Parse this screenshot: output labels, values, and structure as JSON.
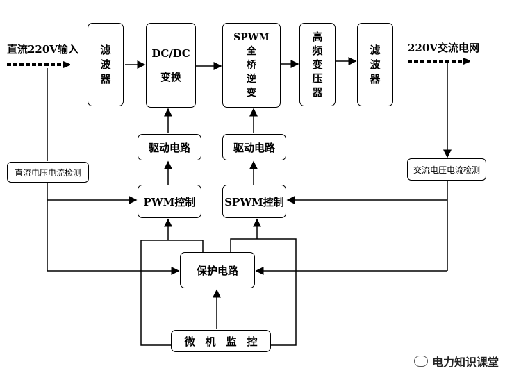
{
  "input_label": "直流220V输入",
  "output_label": "220V交流电网",
  "blocks": {
    "filter1": [
      "滤",
      "波",
      "器"
    ],
    "dcdc": {
      "line1": "DC/DC",
      "line2": "变换"
    },
    "spwm_bridge": [
      "SPWM",
      "全",
      "桥",
      "逆",
      "变"
    ],
    "hf_transformer": [
      "高",
      "频",
      "变",
      "压",
      "器"
    ],
    "filter2": [
      "滤",
      "波",
      "器"
    ],
    "driver1": "驱动电路",
    "driver2": "驱动电路",
    "pwm_ctrl": "PWM控制",
    "spwm_ctrl": "SPWM控制",
    "dc_detect": "直流电压电流检测",
    "ac_detect": "交流电压电流检测",
    "protect": "保护电路",
    "mcu": "微　机　监　控"
  },
  "watermark": "电力知识课堂"
}
